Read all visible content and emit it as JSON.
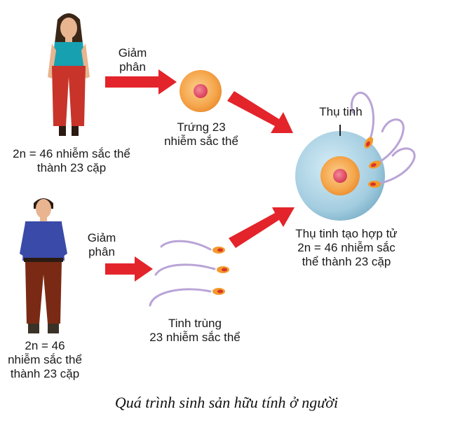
{
  "female": {
    "arrow_label": "Giảm\nphân",
    "chromosome_label": "2n = 46 nhiễm sắc thể\nthành 23 cặp"
  },
  "egg": {
    "label": "Trứng 23\nnhiễm sắc thể"
  },
  "male": {
    "arrow_label": "Giảm\nphân",
    "chromosome_label": "2n = 46\nnhiễm sắc thể\nthành 23 cặp"
  },
  "sperm": {
    "label": "Tinh trùng\n23 nhiễm sắc thể"
  },
  "fertilization": {
    "label": "Thụ tinh",
    "zygote_label": "Thụ tinh tạo hợp tử\n2n = 46 nhiễm sắc\nthể thành 23 cặp"
  },
  "caption": "Quá trình sinh sản hữu tính ở người",
  "colors": {
    "arrow": "#e3242b",
    "egg_outer": "#f7b267",
    "egg_inner": "#f0892e",
    "nucleus": "#e9536a",
    "zygote": "#a9cfe2",
    "sperm_tail": "#b9a4d6"
  }
}
